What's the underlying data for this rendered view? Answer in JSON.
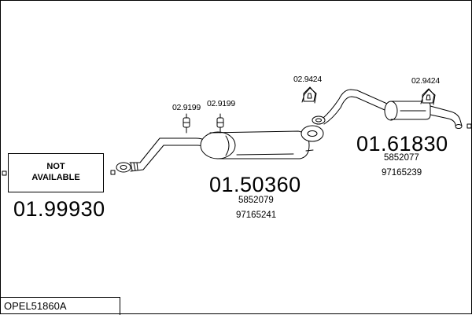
{
  "diagram": {
    "reference": "OPEL51860A",
    "not_available_line1": "NOT",
    "not_available_line2": "AVAILABLE",
    "parts": [
      {
        "code": "01.99930"
      },
      {
        "code": "01.50360",
        "oem": [
          "5852079",
          "97165241"
        ]
      },
      {
        "code": "01.61830",
        "oem": [
          "5852077",
          "97165239"
        ]
      }
    ],
    "mounts": [
      {
        "code": "02.9199"
      },
      {
        "code": "02.9199"
      },
      {
        "code": "02.9424"
      },
      {
        "code": "02.9424"
      }
    ]
  }
}
